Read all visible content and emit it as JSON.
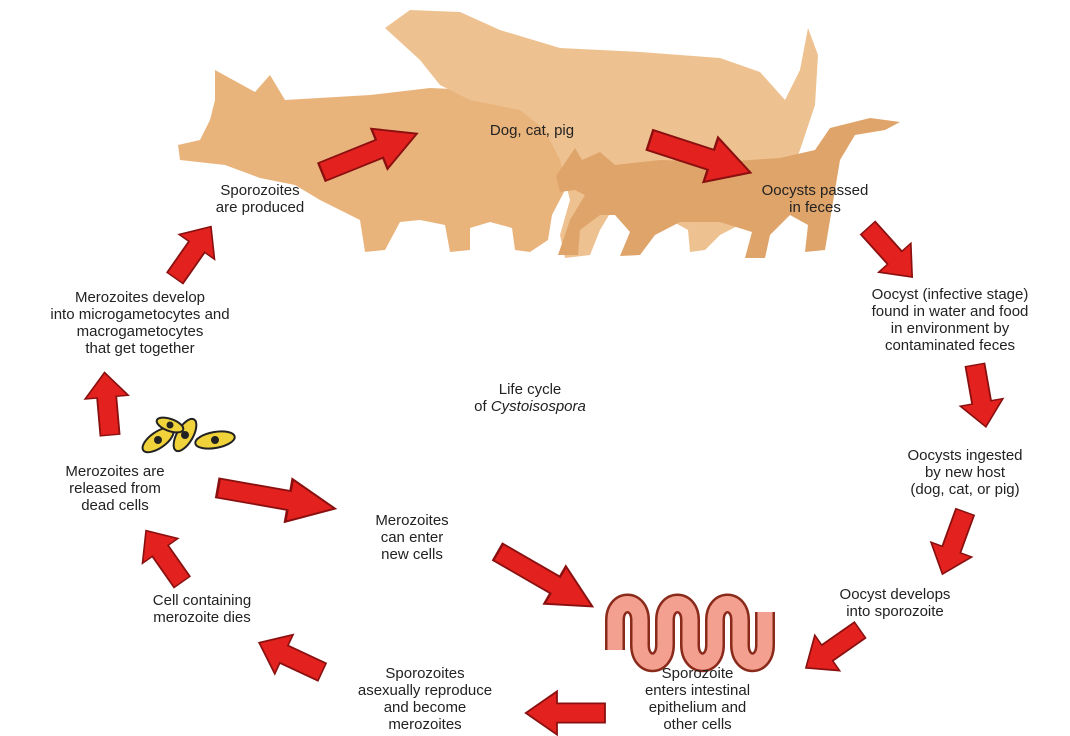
{
  "colors": {
    "animal": "#e9b47c",
    "arrow": "#e3211f",
    "arrow_outline": "#8a1010",
    "intestine": "#f3a090",
    "text": "#222222"
  },
  "title": {
    "line1": "Life cycle",
    "line2_prefix": "of ",
    "line2_italic": "Cystoisospora"
  },
  "hosts_label": "Dog, cat, pig",
  "stages": [
    {
      "lines": [
        "Oocysts passed",
        "in feces"
      ]
    },
    {
      "lines": [
        "Oocyst (infective stage)",
        "found in water and food",
        "in environment by",
        "contaminated feces"
      ]
    },
    {
      "lines": [
        "Oocysts ingested",
        "by new host",
        "(dog, cat, or pig)"
      ]
    },
    {
      "lines": [
        "Oocyst develops",
        "into sporozoite"
      ]
    },
    {
      "lines": [
        "Sporozoite",
        "enters intestinal",
        "epithelium and",
        "other cells"
      ]
    },
    {
      "lines": [
        "Sporozoites",
        "asexually reproduce",
        "and become",
        "merozoites"
      ]
    },
    {
      "lines": [
        "Cell containing",
        "merozoite dies"
      ]
    },
    {
      "lines": [
        "Merozoites are",
        "released from",
        "dead cells"
      ]
    },
    {
      "lines": [
        "Merozoites",
        "can enter",
        "new cells"
      ]
    },
    {
      "lines": [
        "Merozoites develop",
        "into microgametocytes and",
        "macrogametocytes",
        "that get together"
      ]
    },
    {
      "lines": [
        "Sporozoites",
        "are produced"
      ]
    }
  ],
  "icons": {
    "pig": "pig-silhouette-icon",
    "dog": "dog-silhouette-icon",
    "cat": "cat-silhouette-icon",
    "merozoites": "merozoites-icon",
    "intestine": "intestine-icon"
  }
}
